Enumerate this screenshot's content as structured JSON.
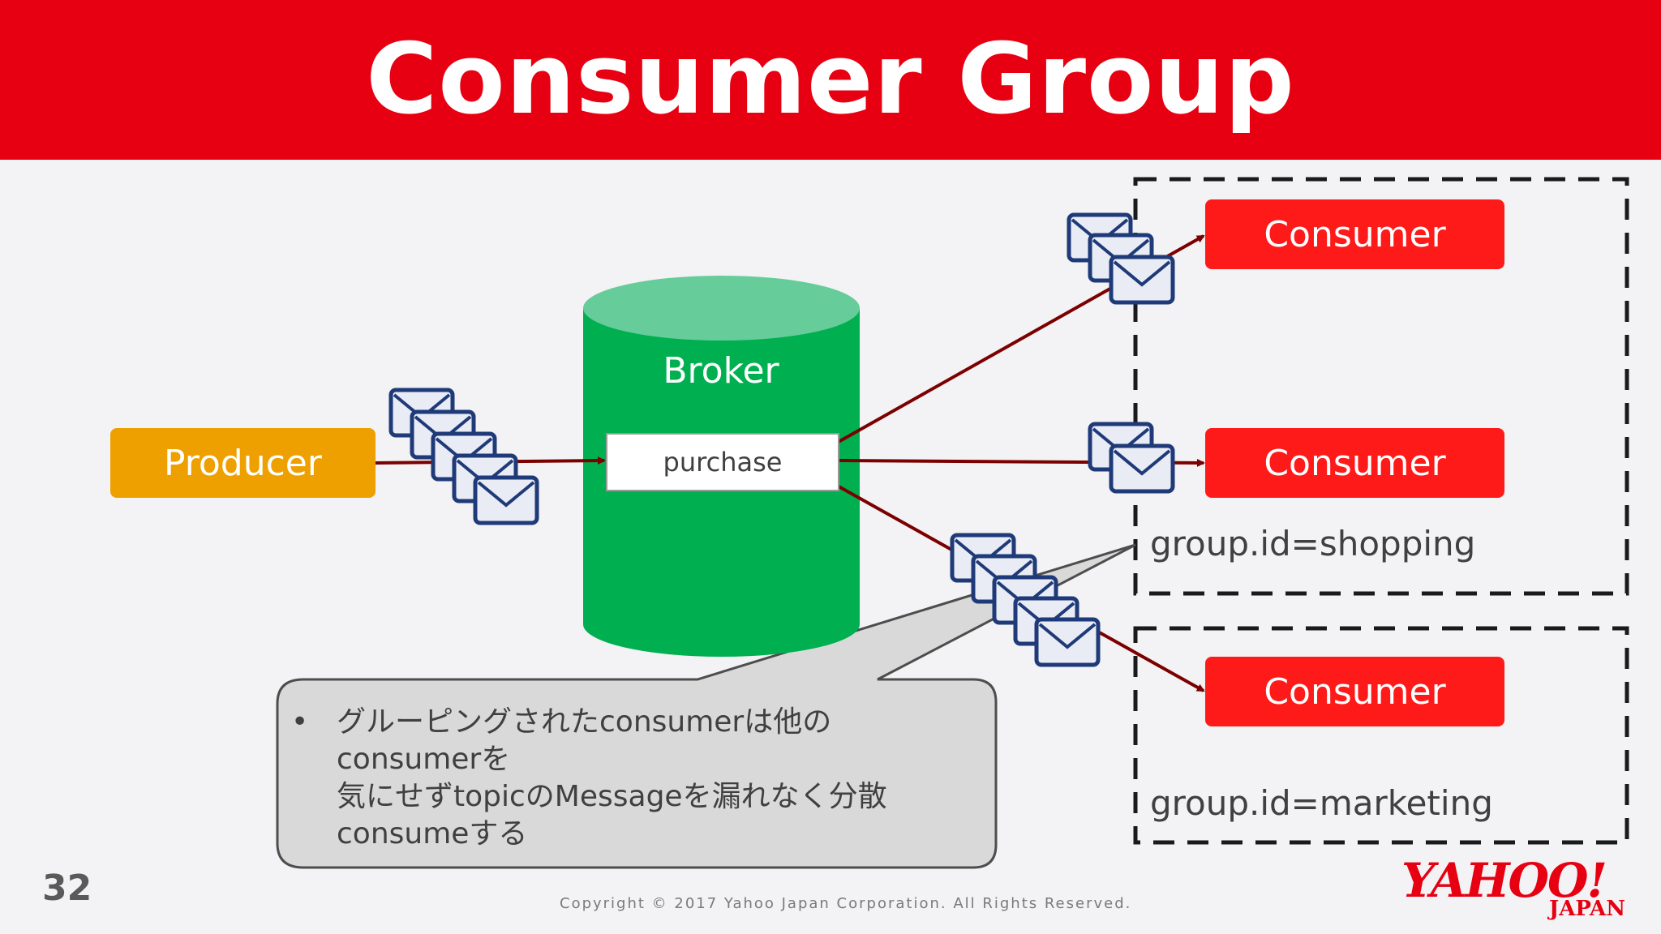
{
  "header": {
    "title": "Consumer Group"
  },
  "producer": {
    "label": "Producer"
  },
  "broker": {
    "label": "Broker",
    "topic": "purchase"
  },
  "consumers": [
    {
      "label": "Consumer"
    },
    {
      "label": "Consumer"
    },
    {
      "label": "Consumer"
    }
  ],
  "groups": [
    {
      "label": "group.id=shopping"
    },
    {
      "label": "group.id=marketing"
    }
  ],
  "note": {
    "bullet": "•",
    "lines": [
      "グルーピングされたconsumerは他のconsumerを",
      "気にせずtopicのMessageを漏れなく分散",
      "consumeする"
    ]
  },
  "footer": {
    "page_number": "32",
    "copyright": "Copyright © 2017  Yahoo Japan Corporation. All Rights Reserved.",
    "logo_main": "YAHOO!",
    "logo_sub": "JAPAN"
  },
  "colors": {
    "header": "#e60012",
    "producer": "#eea000",
    "consumer": "#ff1a1a",
    "broker": "#00b050",
    "broker_top": "#66cc99",
    "arrow": "#7b0000",
    "envelope_stroke": "#1f3a78"
  },
  "icons": {
    "message": "envelope-icon",
    "broker": "cylinder-shape"
  }
}
